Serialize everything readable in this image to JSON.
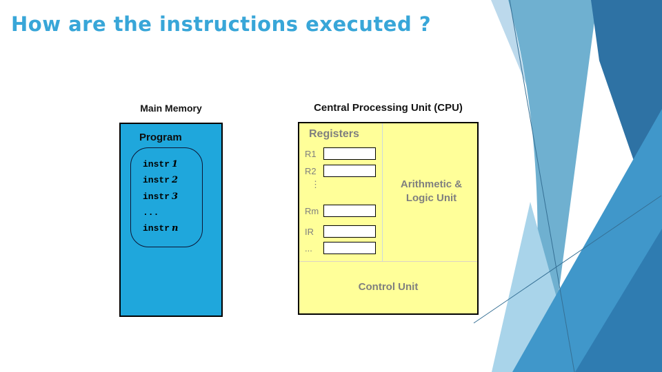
{
  "slide": {
    "title": "How are the instructions executed ?"
  },
  "main_memory": {
    "label": "Main Memory",
    "program_label": "Program",
    "instructions": [
      {
        "text": "instr",
        "num": "1"
      },
      {
        "text": "instr",
        "num": "2"
      },
      {
        "text": "instr",
        "num": "3"
      },
      {
        "text": "...",
        "num": ""
      },
      {
        "text": "instr",
        "num": "n"
      }
    ]
  },
  "cpu": {
    "label": "Central Processing Unit (CPU)",
    "registers_label": "Registers",
    "registers": [
      {
        "label": "R1",
        "value": ""
      },
      {
        "label": "R2",
        "value": ""
      },
      {
        "label": "Rm",
        "value": ""
      },
      {
        "label": "IR",
        "value": ""
      },
      {
        "label": "...",
        "value": ""
      }
    ],
    "dots_vertical": "⋮",
    "alu_line1": "Arithmetic &",
    "alu_line2": "Logic Unit",
    "control_label": "Control Unit"
  },
  "colors": {
    "title_text": "#38A6D8",
    "memory_box_fill": "#1FA7DC",
    "cpu_box_fill": "#FFFF99",
    "muted_gray_text": "#7F7F7F",
    "background_dark_blue": "#2E72A4",
    "background_mid_blue": "#4097CA",
    "background_band_blue": "#6FB0D0",
    "background_light_blue": "#A9D4EA"
  }
}
